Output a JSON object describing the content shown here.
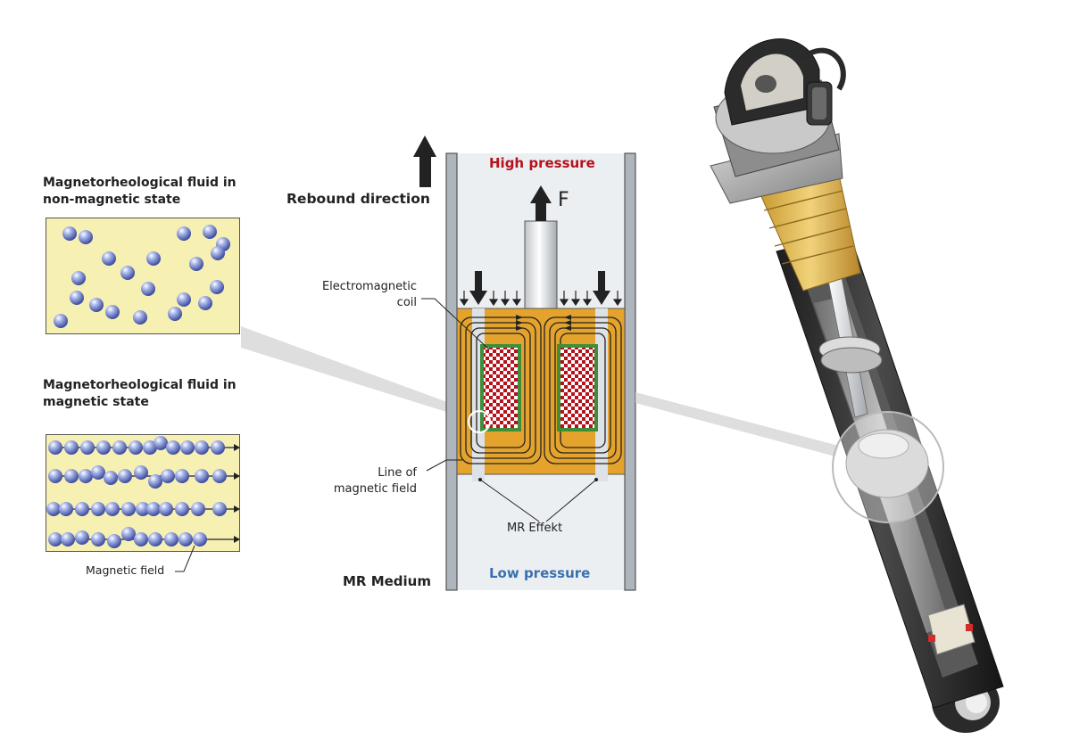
{
  "non_magnetic": {
    "title_line1": "Magnetorheological fluid in",
    "title_line2": "non-magnetic state"
  },
  "magnetic": {
    "title_line1": "Magnetorheological fluid in",
    "title_line2": "magnetic state",
    "field_label": "Magnetic field"
  },
  "cross_section": {
    "rebound_label": "Rebound direction",
    "high_pressure": "High pressure",
    "low_pressure": "Low pressure",
    "force_label": "F",
    "coil_label_line1": "Electromagnetic",
    "coil_label_line2": "coil",
    "field_line_label_line1": "Line of",
    "field_line_label_line2": "magnetic field",
    "mr_effect_label": "MR Effekt",
    "mr_medium_label": "MR Medium"
  },
  "colors": {
    "fluid_bg": "#f7f0b3",
    "piston_orange": "#e3a32c",
    "coil_red": "#b5121b",
    "coil_green": "#3f8f3a",
    "high_pressure": "#b5121b",
    "low_pressure": "#3a6fb0",
    "particle_blue": "#6f80c8"
  },
  "icons": {
    "rebound_arrow": "up-arrow-icon",
    "force_arrow": "up-arrow-icon"
  }
}
